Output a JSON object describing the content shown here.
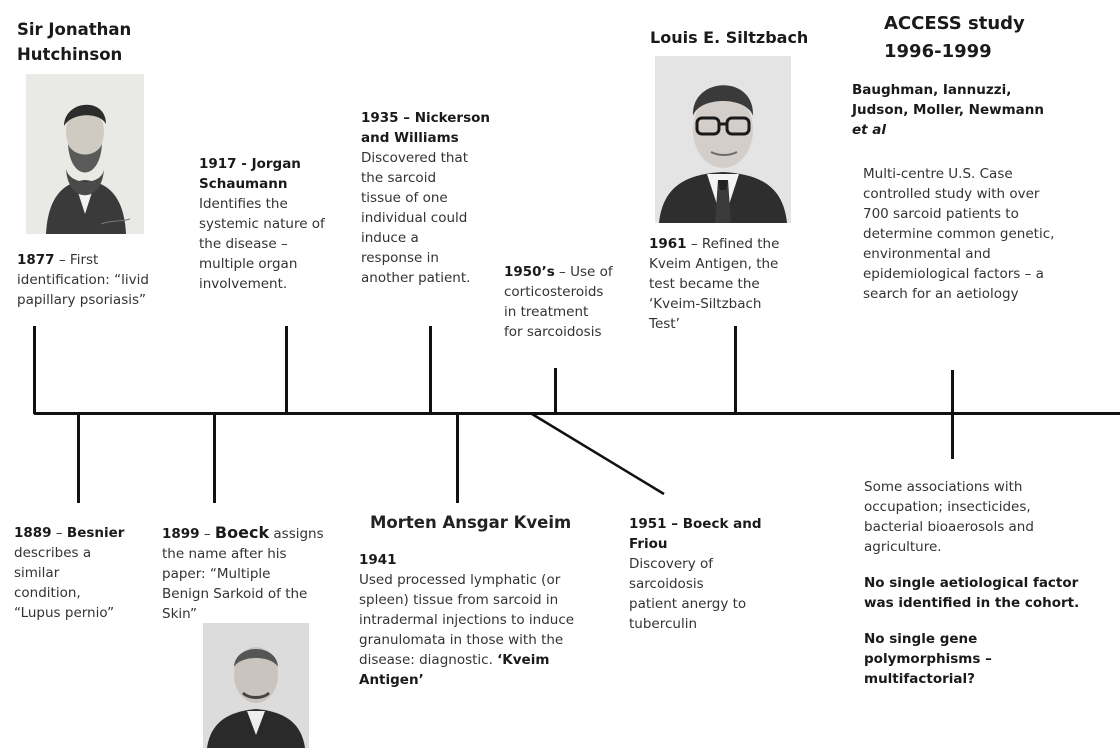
{
  "hutchinson": {
    "name_line1": "Sir Jonathan",
    "name_line2": "Hutchinson",
    "year": "1877",
    "text_after_year": " – First",
    "line2": "identification: “livid",
    "line3": "papillary psoriasis”",
    "photo_icon": "portrait-hutchinson"
  },
  "schaumann": {
    "title1": "1917 - Jorgan",
    "title2": "Schaumann",
    "lines": [
      "Identifies the",
      "systemic nature of",
      "the disease –",
      "multiple organ",
      "involvement."
    ]
  },
  "nickerson": {
    "title1": "1935 – Nickerson",
    "title2": "and Williams",
    "lines": [
      "Discovered that",
      "the  sarcoid",
      "tissue of one",
      "individual could",
      "induce a",
      "response in",
      "another patient."
    ]
  },
  "fifties": {
    "year": "1950’s",
    "text_after_year": " – Use of",
    "lines": [
      "corticosteroids",
      "in treatment",
      "for sarcoidosis"
    ]
  },
  "siltzbach": {
    "name": "Louis E. Siltzbach",
    "year": "1961",
    "text_after_year": " – Refined the",
    "lines": [
      "Kveim Antigen, the",
      "test became the",
      "‘Kveim-Siltzbach",
      "Test’"
    ],
    "photo_icon": "portrait-siltzbach"
  },
  "access": {
    "title1": "ACCESS study",
    "title2": "1996-1999",
    "authors1": "Baughman, Iannuzzi,",
    "authors2": "Judson, Moller, Newmann",
    "authors3": "et al",
    "lines": [
      "Multi-centre U.S. Case",
      "controlled study with over",
      "700 sarcoid patients to",
      "determine common genetic,",
      "environmental and",
      "epidemiological factors – a",
      "search for an aetiology"
    ]
  },
  "besnier": {
    "year": "1889",
    "text_after_year": " – ",
    "name": "Besnier",
    "lines": [
      "describes a",
      "similar",
      "condition,",
      "“Lupus pernio”"
    ]
  },
  "boeck": {
    "year": "1899",
    "text_after_year": " – ",
    "name": "Boeck",
    "text_after_name": " assigns",
    "lines": [
      "the name after his",
      "paper: “Multiple",
      "Benign Sarkoid  of the",
      "Skin”"
    ],
    "photo_icon": "portrait-boeck"
  },
  "kveim": {
    "name": "Morten Ansgar Kveim",
    "year": "1941",
    "lines": [
      "Used processed lymphatic (or",
      "spleen) tissue from sarcoid in",
      "intradermal injections to induce",
      "granulomata in  those with the"
    ],
    "line5_plain": "disease: diagnostic. ",
    "line5_bold": "‘Kveim",
    "line6_bold": "Antigen’"
  },
  "friou": {
    "title1": "1951 – Boeck and",
    "title2": "Friou",
    "lines": [
      "Discovery of",
      "sarcoidosis",
      "patient anergy to",
      "tuberculin"
    ]
  },
  "findings": {
    "lines": [
      "Some associations with",
      "occupation; insecticides,",
      "bacterial bioaerosols and",
      "agriculture."
    ],
    "bold1": [
      "No single aetiological factor",
      "was identified in the cohort."
    ],
    "bold2": [
      "No single gene",
      "polymorphisms –",
      "multifactorial?"
    ]
  }
}
